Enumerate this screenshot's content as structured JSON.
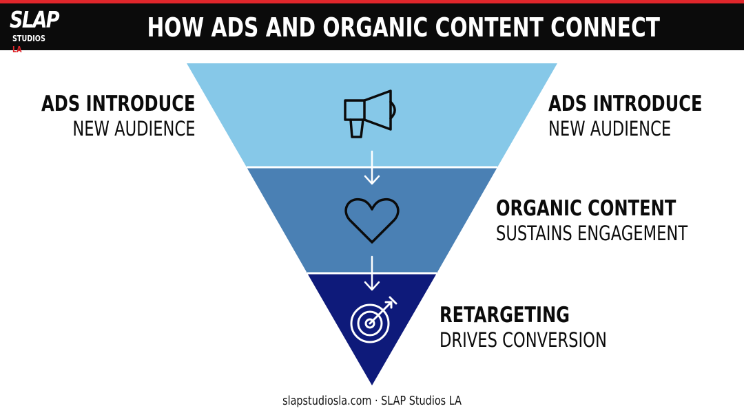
{
  "header": {
    "logo_main": "SLAP",
    "logo_studios": "STUDIOS",
    "logo_la": "LA",
    "title": "HOW ADS AND ORGANIC CONTENT CONNECT"
  },
  "colors": {
    "top_stripe": "#e0262b",
    "header_bg": "#0b0b0b",
    "tier1": "#86c8e8",
    "tier2": "#4a80b4",
    "tier3": "#0e1a7a"
  },
  "funnel": {
    "tiers": [
      {
        "icon": "megaphone-icon"
      },
      {
        "icon": "heart-icon"
      },
      {
        "icon": "target-icon"
      }
    ]
  },
  "labels": {
    "left_top": {
      "line1": "ADS INTRODUCE",
      "line2": "NEW AUDIENCE"
    },
    "right_top": {
      "line1": "ADS INTRODUCE",
      "line2": "NEW AUDIENCE"
    },
    "right_mid": {
      "line1": "ORGANIC CONTENT",
      "line2": "SUSTAINS ENGAGEMENT"
    },
    "right_bottom": {
      "line1": "RETARGETING",
      "line2": "DRIVES CONVERSION"
    }
  },
  "footer": {
    "text": "slapstudiosla.com · SLAP Studios LA"
  }
}
